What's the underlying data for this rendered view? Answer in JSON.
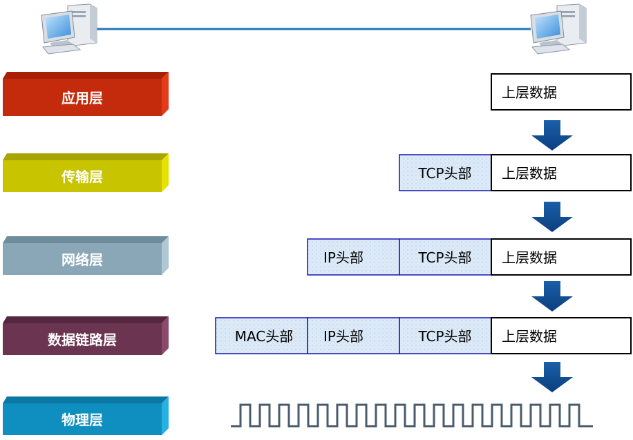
{
  "layers": [
    {
      "label": "应用层",
      "front": "#c42a0c",
      "top": "#a81f06",
      "side": "#e33a1c"
    },
    {
      "label": "传输层",
      "front": "#c8c400",
      "top": "#a9a500",
      "side": "#e6e200"
    },
    {
      "label": "网络层",
      "front": "#8aa7b8",
      "top": "#6f8c9c",
      "side": "#b0c8d6"
    },
    {
      "label": "数据链路层",
      "front": "#6b3450",
      "top": "#552640",
      "side": "#8a4a6a"
    },
    {
      "label": "物理层",
      "front": "#0f8fbf",
      "top": "#0b78a3",
      "side": "#27b0e2"
    }
  ],
  "packets": {
    "upper_data": "上层数据",
    "tcp_header": "TCP头部",
    "ip_header": "IP头部",
    "mac_header": "MAC头部"
  },
  "icons": {
    "left_computer": "computer-icon",
    "right_computer": "computer-icon",
    "arrow": "arrow-down-icon"
  }
}
